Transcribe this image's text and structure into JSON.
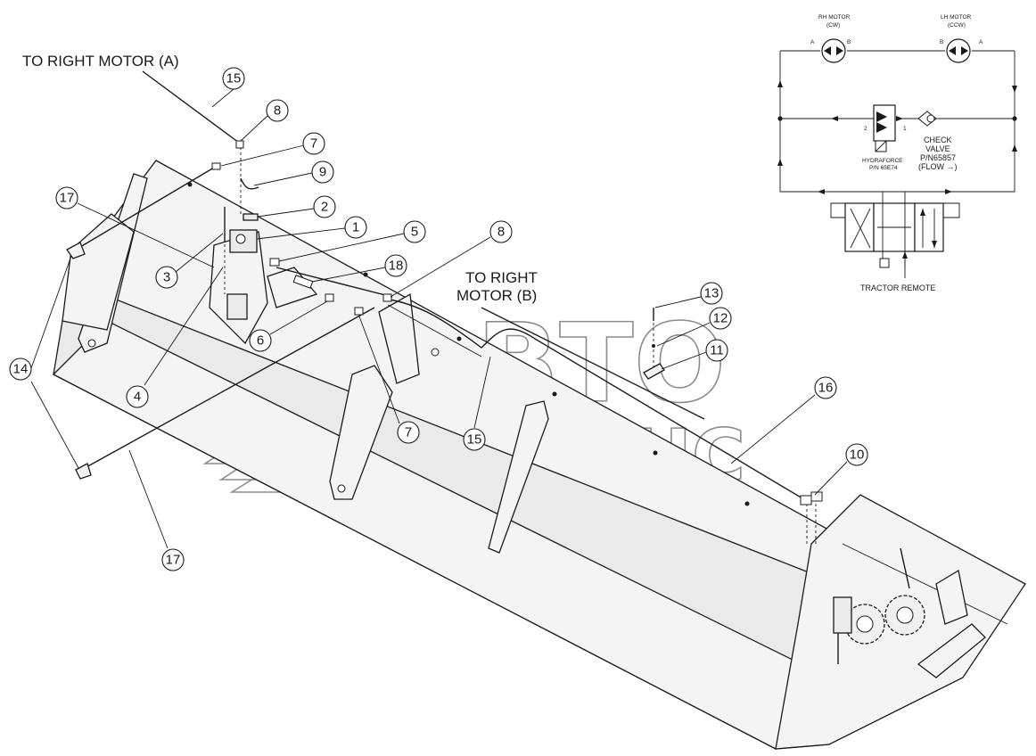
{
  "labels": {
    "to_right_motor_a": "TO RIGHT MOTOR (A)",
    "to_right_motor_b_line1": "TO RIGHT",
    "to_right_motor_b_line2": "MOTOR (B)"
  },
  "schematic": {
    "rh_motor_line1": "RH MOTOR",
    "rh_motor_line2": "(CW)",
    "lh_motor_line1": "LH MOTOR",
    "lh_motor_line2": "(CCW)",
    "port_a": "A",
    "port_b": "B",
    "valve_port_2": "2",
    "valve_port_1": "1",
    "hydraforce_line1": "HYDRAFORCE",
    "hydraforce_line2": "P/N 65E74",
    "check_valve_line1": "CHECK",
    "check_valve_line2": "VALVE",
    "check_valve_line3": "P/N65857",
    "check_valve_line4": "(FLOW →)",
    "tractor_remote": "TRACTOR REMOTE"
  },
  "watermark": {
    "line1": "АВТО",
    "line2": "АЛЬЯНС"
  },
  "callouts": [
    "15",
    "8",
    "7",
    "9",
    "2",
    "1",
    "5",
    "17",
    "3",
    "18",
    "8",
    "6",
    "4",
    "14",
    "7",
    "13",
    "12",
    "11",
    "15",
    "16",
    "10",
    "17"
  ]
}
